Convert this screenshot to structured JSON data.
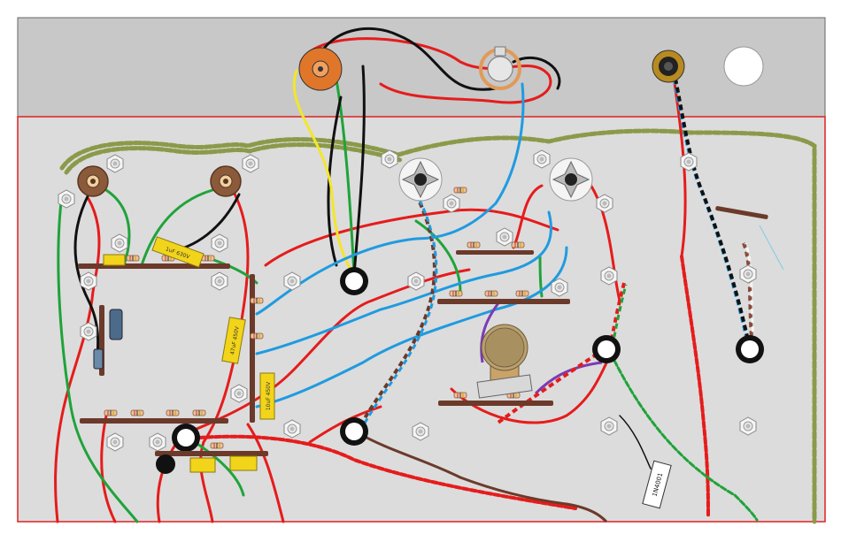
{
  "colors": {
    "background": "#ffffff",
    "top_panel": "#c8c8c8",
    "chassis": "#dcdcdc",
    "outline": "#e02020",
    "wire_red": "#e51c1c",
    "wire_green": "#1fa33a",
    "wire_black": "#111111",
    "wire_blue": "#1f9be0",
    "wire_yellow": "#f3e62a",
    "wire_olive": "#8b9a4a",
    "wire_brown": "#6b3a2a",
    "wire_purple": "#7a3cb3",
    "wire_white": "#f4f4f4",
    "board": "#6b3a2a",
    "cap_yellow": "#f2d41a",
    "socket_orange": "#e0762a",
    "socket_brown": "#8a5a3a"
  },
  "labels": {
    "cap_top": "1uF 630V",
    "cap_left": "47uF 450V",
    "cap_right": "10uF 450V",
    "diode_tag": "1N4001"
  },
  "icons": [
    "tube-socket-icon",
    "potentiometer-icon",
    "jack-icon",
    "grommet-icon",
    "nut-icon",
    "capacitor-icon",
    "resistor-icon"
  ]
}
